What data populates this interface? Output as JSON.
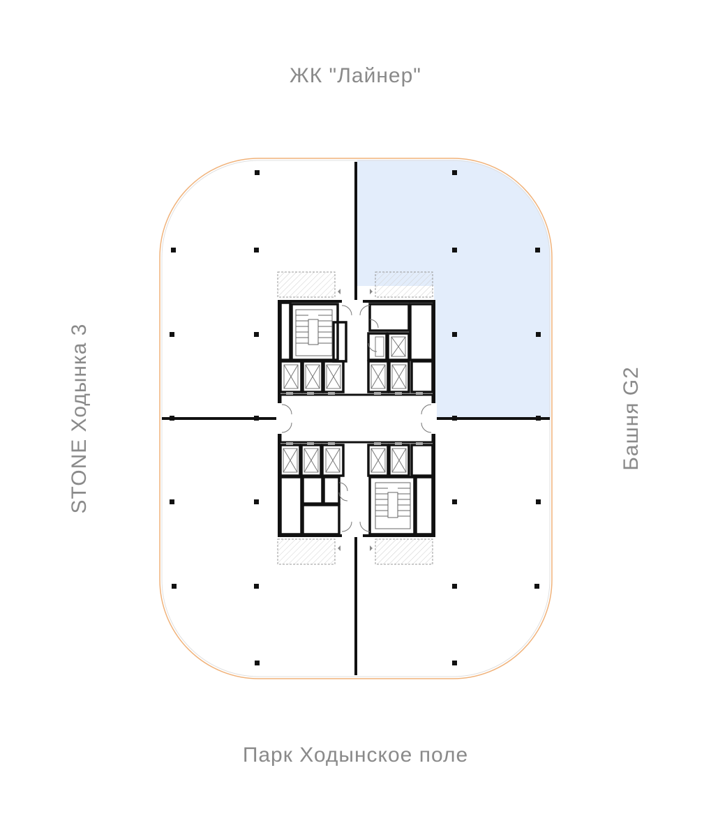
{
  "labels": {
    "north": "ЖК \"Лайнер\"",
    "south": "Парк Ходынское поле",
    "west": "STONE Ходынка 3",
    "east": "Башня G2"
  },
  "colors": {
    "outline": "#f0b27a",
    "highlight": "#e3edfb",
    "walls": "#111111",
    "text": "#8a8a8a"
  },
  "highlight": {
    "quadrant": "north-east"
  }
}
